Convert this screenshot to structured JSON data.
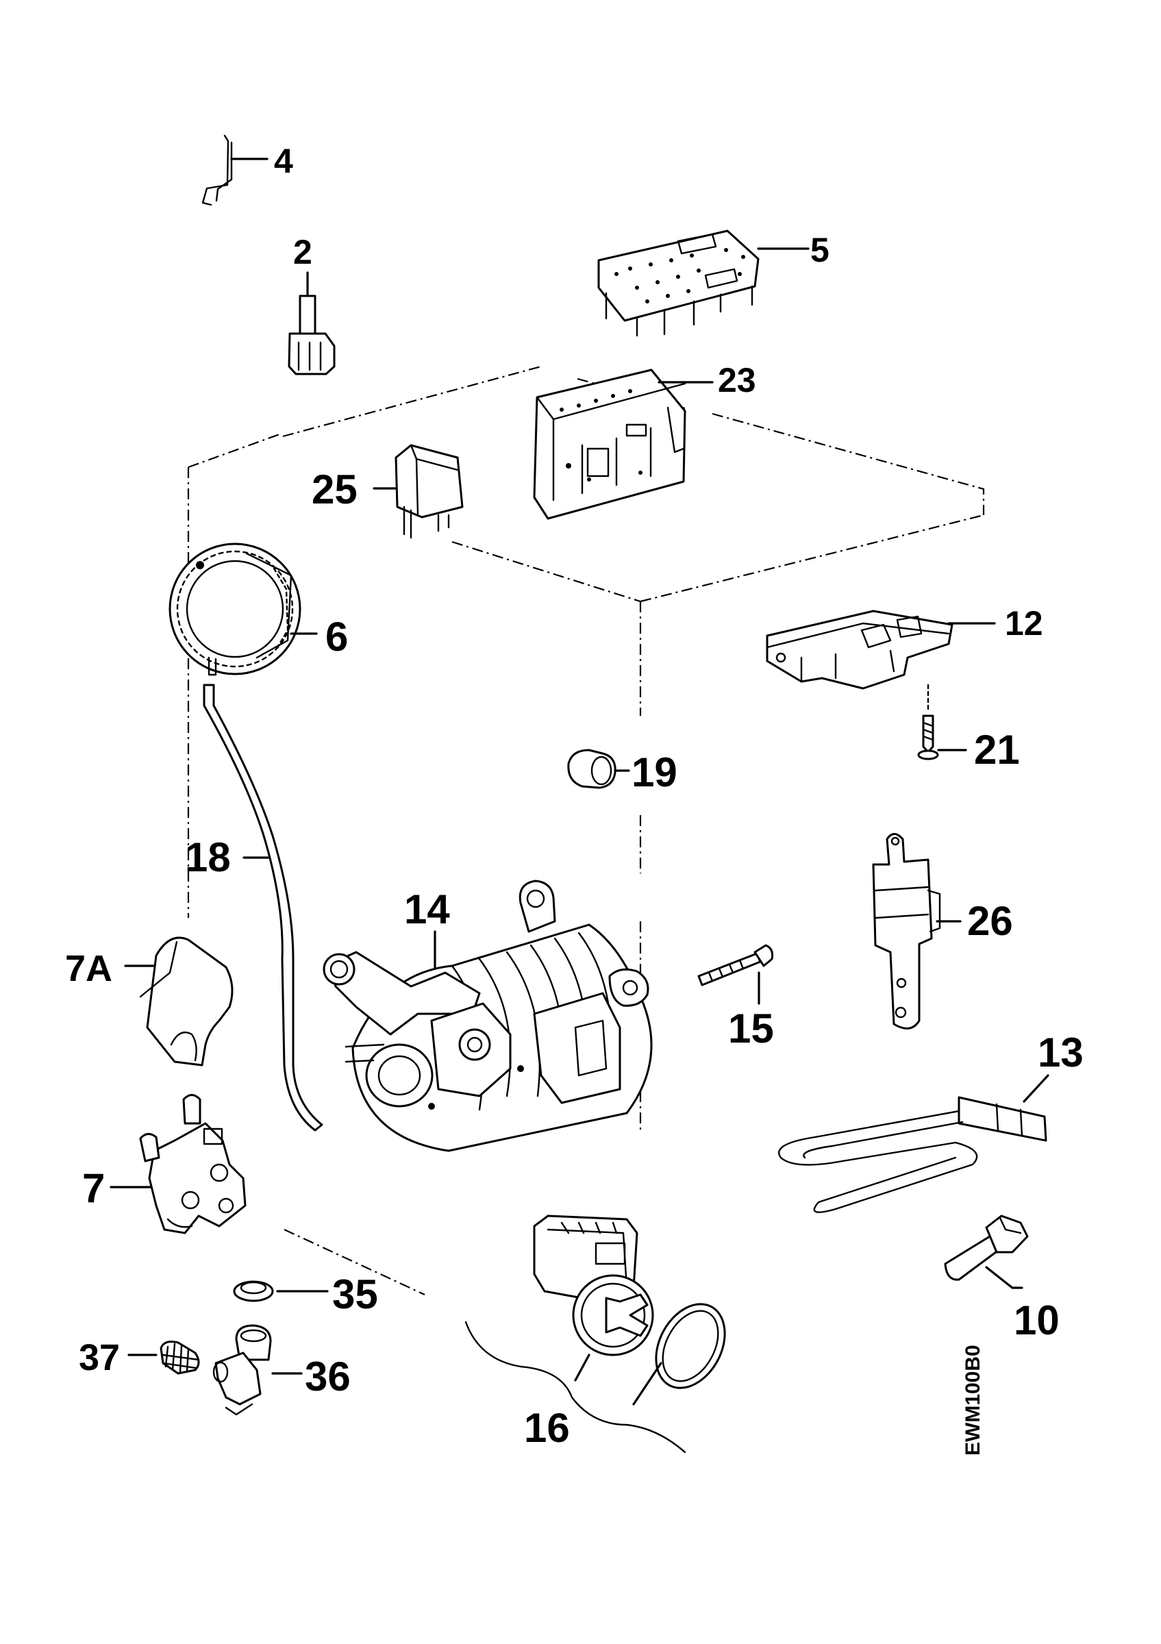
{
  "diagram": {
    "drawing_code": "EWM100B0",
    "labels": {
      "p4": "4",
      "p2": "2",
      "p5": "5",
      "p23": "23",
      "p25": "25",
      "p6": "6",
      "p12": "12",
      "p21": "21",
      "p19": "19",
      "p18": "18",
      "p14": "14",
      "p26": "26",
      "p7a": "7A",
      "p15": "15",
      "p13": "13",
      "p7": "7",
      "p10": "10",
      "p35": "35",
      "p37": "37",
      "p36": "36",
      "p16": "16"
    }
  }
}
